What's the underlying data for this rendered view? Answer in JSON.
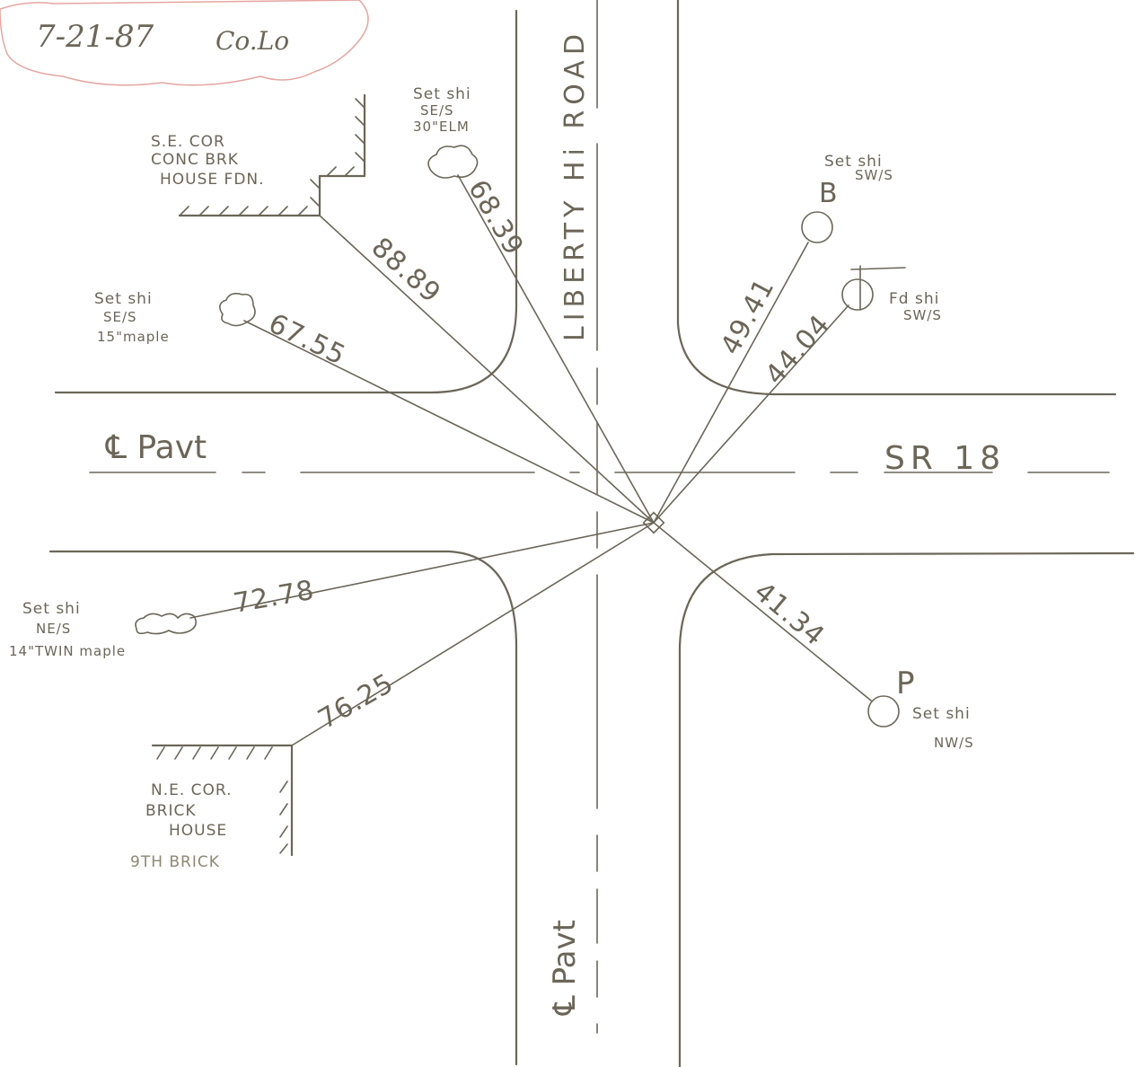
{
  "header": {
    "date": "7-21-87",
    "initials": "Co.Lo"
  },
  "roads": {
    "north_south_name": "LIBERTY Hi ROAD",
    "east_west_name": "SR 18",
    "centerline_ew": "℄ Pavt",
    "centerline_ns": "℄ Pavt"
  },
  "ties": [
    {
      "id": "se-cor-house",
      "distance": "88.89"
    },
    {
      "id": "elm",
      "distance": "68.39"
    },
    {
      "id": "maple-15",
      "distance": "67.55"
    },
    {
      "id": "point-b",
      "distance": "49.41"
    },
    {
      "id": "fd-shi",
      "distance": "44.04"
    },
    {
      "id": "point-p",
      "distance": "41.34"
    },
    {
      "id": "twin-maple",
      "distance": "72.78"
    },
    {
      "id": "ne-cor-house",
      "distance": "76.25"
    }
  ],
  "notes": {
    "se_cor": [
      "S.E. COR",
      "CONC BRK",
      "HOUSE FDN."
    ],
    "elm": [
      "Set shi",
      "SE/S",
      "30\"ELM"
    ],
    "maple": [
      "Set shi",
      "SE/S",
      "15\"maple"
    ],
    "b": [
      "Set shi",
      "SW/S"
    ],
    "b_letter": "B",
    "fd": [
      "Fd shi",
      "SW/S"
    ],
    "twin": [
      "Set shi",
      "NE/S",
      "14\"TWIN maple"
    ],
    "ne_cor": [
      "N.E. COR.",
      "BRICK",
      "HOUSE",
      "9TH BRICK"
    ],
    "p": [
      "Set shi",
      "NW/S"
    ],
    "p_letter": "P"
  }
}
